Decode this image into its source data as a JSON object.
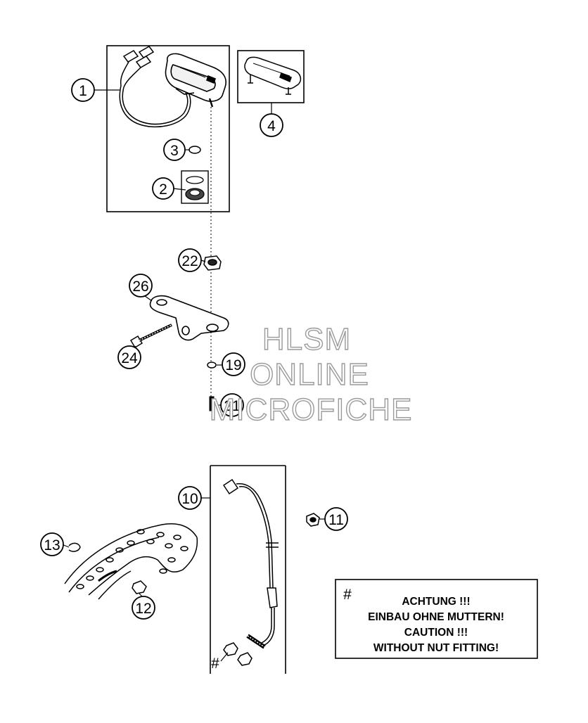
{
  "callouts": {
    "c1": "1",
    "c2": "2",
    "c3": "3",
    "c4": "4",
    "c10": "10",
    "c11": "11",
    "c12": "12",
    "c13": "13",
    "c19": "19",
    "c21": "21",
    "c22": "22",
    "c24": "24",
    "c26": "26"
  },
  "note": {
    "symbol": "#",
    "lines": [
      "ACHTUNG !!!",
      "EINBAU OHNE MUTTERN!",
      "CAUTION !!!",
      "WITHOUT NUT FITTING!"
    ]
  },
  "hash_mark": "#",
  "watermark": {
    "line1": "HLSM",
    "line2": "ONLINE",
    "line3": "MICROFICHE"
  },
  "colors": {
    "ink": "#000000",
    "watermark_stroke": "#9a9a9a",
    "background": "#ffffff"
  }
}
